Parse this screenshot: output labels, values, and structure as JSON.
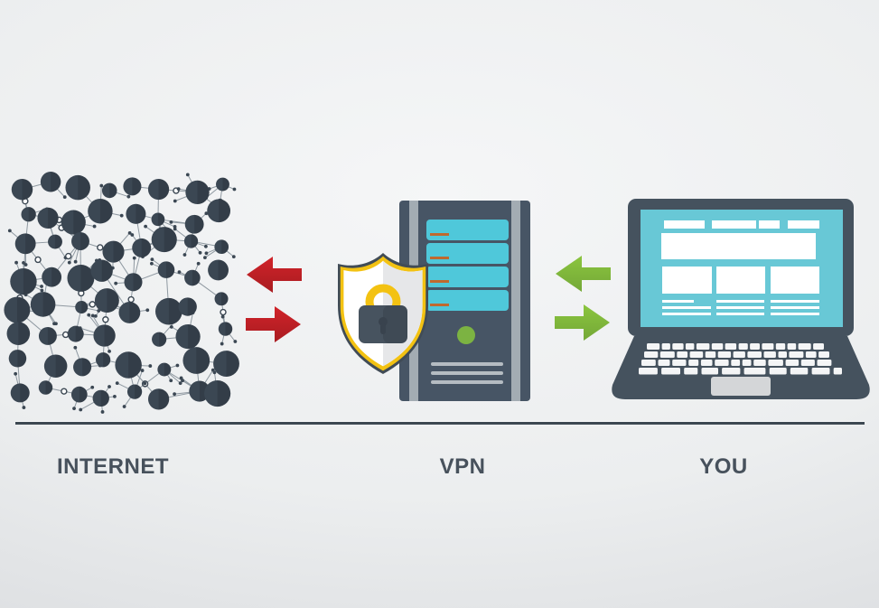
{
  "title": "How a VPN works diagram",
  "labels": {
    "internet": "INTERNET",
    "vpn": "VPN",
    "you": "YOU"
  },
  "flows": [
    {
      "from": "internet",
      "to": "vpn",
      "arrows": "bidirectional",
      "color_name": "red"
    },
    {
      "from": "vpn",
      "to": "you",
      "arrows": "bidirectional",
      "color_name": "green"
    }
  ],
  "icons": [
    "internet-network-icon",
    "red-transfer-arrows-icon",
    "vpn-server-icon",
    "shield-lock-icon",
    "green-transfer-arrows-icon",
    "laptop-icon"
  ],
  "colors": {
    "bg_center": "#f5f6f7",
    "bg_edge": "#d9dbde",
    "node": "#3b4753",
    "link": "#8f99a1",
    "line": "#3d4852",
    "label": "#47515c",
    "server_body": "#475565",
    "rail": "#a3acb3",
    "bar_cyan": "#4fc8da",
    "dash_orange": "#c0692e",
    "led_green": "#7cb342",
    "detail_gray": "#b5bcc2",
    "shield_border": "#414c56",
    "gold": "#f3c212",
    "shield_white": "#ffffff",
    "shield_shade": "#e6e7e9",
    "lock_body": "#47535f",
    "keyhole": "#39434e",
    "arrow_red": "#d12329",
    "arrow_red_dark": "#a91c21",
    "arrow_green": "#8bc53f",
    "arrow_green_dark": "#74a837",
    "laptop_frame": "#45525e",
    "screen_teal": "#68c8d6",
    "screen_content": "#ffffff",
    "trackpad": "#d4d6d8",
    "key_white": "#f4f5f6"
  },
  "network": {
    "grid_cols": 8,
    "grid_rows": 8,
    "seed": 11
  }
}
